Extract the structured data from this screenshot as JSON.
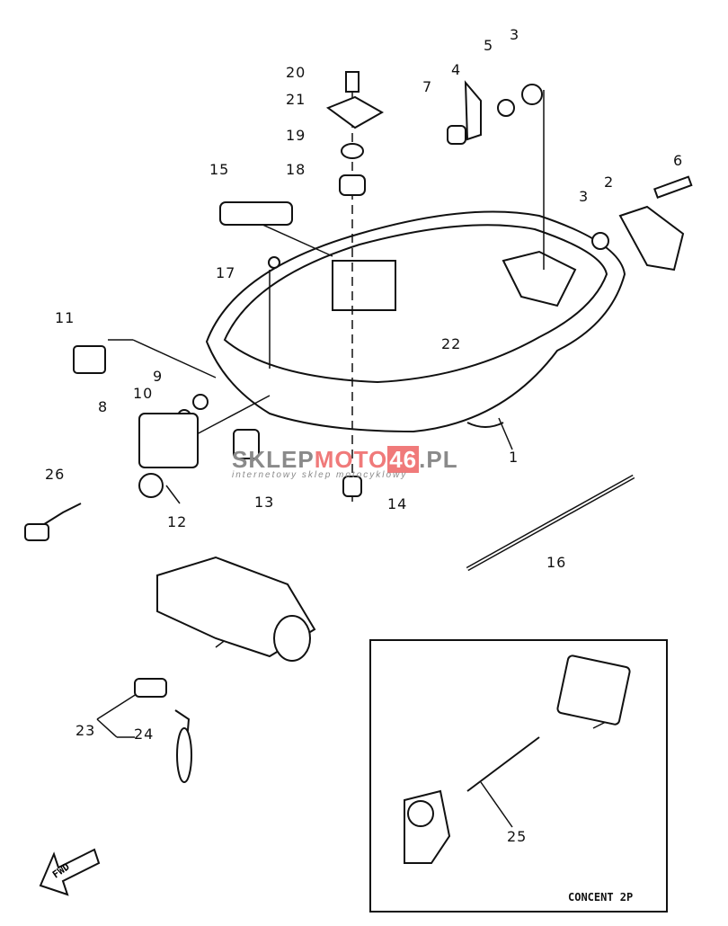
{
  "callouts": {
    "c1": "1",
    "c2": "2",
    "c3a": "3",
    "c3b": "3",
    "c4": "4",
    "c5": "5",
    "c6": "6",
    "c7": "7",
    "c8": "8",
    "c9": "9",
    "c10": "10",
    "c11": "11",
    "c12": "12",
    "c13": "13",
    "c14": "14",
    "c15": "15",
    "c16": "16",
    "c17": "17",
    "c18": "18",
    "c19": "19",
    "c20": "20",
    "c21": "21",
    "c22": "22",
    "c23": "23",
    "c24": "24",
    "c25": "25",
    "c26": "26"
  },
  "inset_label": "CONCENT 2P",
  "fwd_label": "FWD",
  "watermark": {
    "part1": "SKLEP",
    "part2": "MOTO",
    "part3": "46",
    ".pl": ".PL",
    "tagline": "internetowy sklep motocyklowy"
  }
}
